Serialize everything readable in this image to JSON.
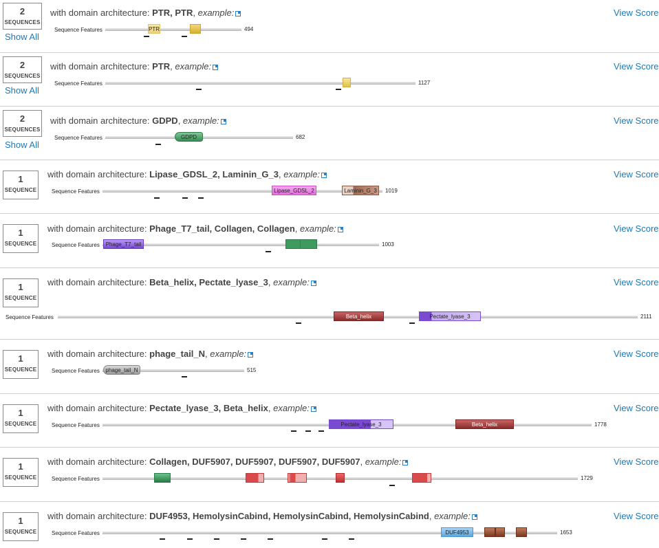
{
  "labels": {
    "prefix": "with domain architecture: ",
    "example": "example:",
    "show_all": "Show All",
    "view_scores": "View Scores",
    "seq_features": "Sequence Features"
  },
  "rows": [
    {
      "count": "2",
      "unit": "SEQUENCES",
      "show_all": true,
      "domains": "PTR, PTR",
      "length": "494",
      "domain_labels": [
        "PTR",
        ""
      ]
    },
    {
      "count": "2",
      "unit": "SEQUENCES",
      "show_all": true,
      "domains": "PTR",
      "length": "1127",
      "domain_labels": [
        ""
      ]
    },
    {
      "count": "2",
      "unit": "SEQUENCES",
      "show_all": true,
      "domains": "GDPD",
      "length": "682",
      "domain_labels": [
        "GDPD"
      ]
    },
    {
      "count": "1",
      "unit": "SEQUENCE",
      "show_all": false,
      "domains": "Lipase_GDSL_2, Laminin_G_3",
      "length": "1019",
      "domain_labels": [
        "Lipase_GDSL_2",
        "Laminin_G_3"
      ]
    },
    {
      "count": "1",
      "unit": "SEQUENCE",
      "show_all": false,
      "domains": "Phage_T7_tail, Collagen, Collagen",
      "length": "1003",
      "domain_labels": [
        "Phage_T7_tail",
        ""
      ]
    },
    {
      "count": "1",
      "unit": "SEQUENCE",
      "show_all": false,
      "domains": "Beta_helix, Pectate_lyase_3",
      "length": "2111",
      "domain_labels": [
        "Beta_helix",
        "Pectate_lyase_3"
      ]
    },
    {
      "count": "1",
      "unit": "SEQUENCE",
      "show_all": false,
      "domains": "phage_tail_N",
      "length": "515",
      "domain_labels": [
        "phage_tail_N"
      ]
    },
    {
      "count": "1",
      "unit": "SEQUENCE",
      "show_all": false,
      "domains": "Pectate_lyase_3, Beta_helix",
      "length": "1778",
      "domain_labels": [
        "Pectate_lyase_3",
        "Beta_helix"
      ]
    },
    {
      "count": "1",
      "unit": "SEQUENCE",
      "show_all": false,
      "domains": "Collagen, DUF5907, DUF5907, DUF5907, DUF5907",
      "length": "1729",
      "domain_labels": [
        "",
        "",
        "",
        "",
        ""
      ]
    },
    {
      "count": "1",
      "unit": "SEQUENCE",
      "show_all": false,
      "domains": "DUF4953, HemolysinCabind, HemolysinCabind, HemolysinCabind",
      "length": "1653",
      "domain_labels": [
        "DUF4953",
        "",
        "",
        ""
      ]
    }
  ],
  "colors": {
    "link": "#1a7ab8",
    "ptr": "#e3c24f",
    "gdpd": "#3f9a5e",
    "lipase": "#e36ad6",
    "laminin": "#a0705c",
    "phage_t7": "#7a4ad0",
    "collagen": "#3f9a5e",
    "beta_helix": "#9b3a3a",
    "pectate": "#8050c8",
    "phage_tail_n": "#aaaaaa",
    "duf5907": "#d94a4a",
    "duf4953": "#5aa8e0",
    "hemolysin": "#8a4a30"
  }
}
